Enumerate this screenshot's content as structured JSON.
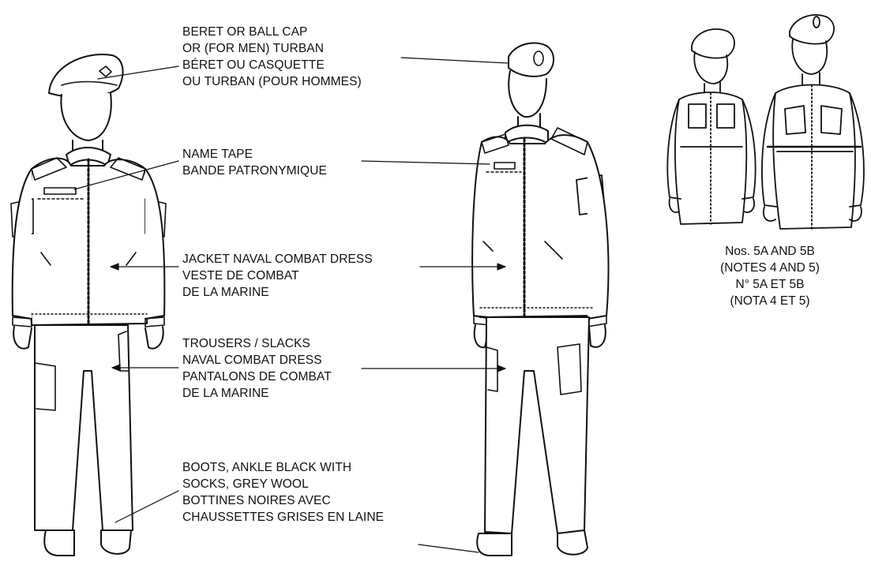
{
  "labels": {
    "beret": [
      "BERET OR BALL CAP",
      "OR (FOR MEN) TURBAN",
      "BÉRET OU CASQUETTE",
      "OU TURBAN (POUR HOMMES)"
    ],
    "name_tape": [
      "NAME TAPE",
      "BANDE PATRONYMIQUE"
    ],
    "jacket": [
      "JACKET NAVAL COMBAT DRESS",
      "VESTE DE COMBAT",
      "DE LA MARINE"
    ],
    "trousers": [
      "TROUSERS / SLACKS",
      "NAVAL COMBAT DRESS",
      "PANTALONS DE COMBAT",
      "DE LA MARINE"
    ],
    "boots": [
      "BOOTS, ANKLE BLACK WITH",
      "SOCKS, GREY WOOL",
      "BOTTINES NOIRES AVEC",
      "CHAUSSETTES GRISES EN LAINE"
    ]
  },
  "caption": [
    "Nos. 5A AND 5B",
    "(NOTES 4 AND 5)",
    "N° 5A ET 5B",
    "(NOTA 4 ET 5)"
  ],
  "colors": {
    "ink": "#111111",
    "background": "#ffffff"
  }
}
